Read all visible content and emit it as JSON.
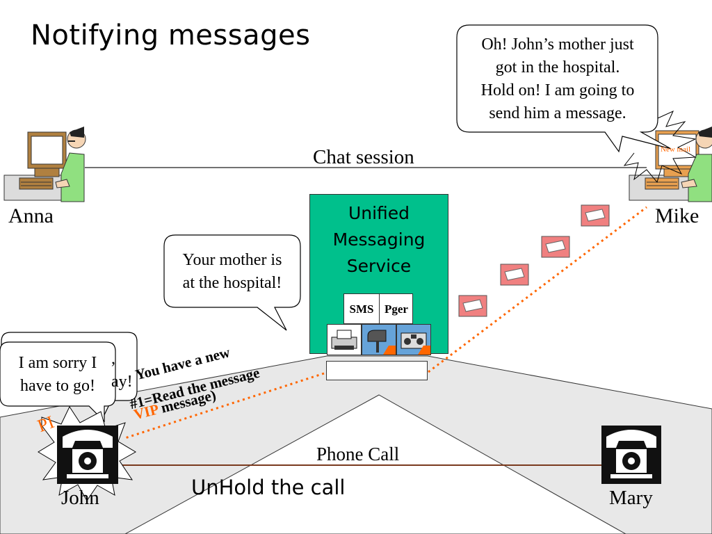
{
  "slide": {
    "title": "Notifying messages",
    "chat_session_label": "Chat session",
    "phone_call_label": "Phone Call",
    "unhold_label": "UnHold the call"
  },
  "people": {
    "anna": "Anna",
    "mike": "Mike",
    "john": "John",
    "mary": "Mary"
  },
  "mike_screen_text": "New mail",
  "ums": {
    "title": "Unified\nMessaging\nService",
    "sms_label": "SMS",
    "pager_label": "Pger"
  },
  "bubbles": {
    "mike": "Oh! John’s mother just\ngot in the hospital.\nHold on! I am going to\nsend him a message.",
    "ums": "Your mother is\nat the hospital!",
    "john_front": "I am sorry I\nhave to go!",
    "john_back_fragment": ",\nay!"
  },
  "phone_overlay": {
    "line1": "You have a new",
    "line2": "#1=Read the message",
    "vip": "VIP",
    "line3": "message)"
  },
  "ring_label": "PI",
  "colors": {
    "ums_green": "#00c08c",
    "dotted_orange": "#ff6600",
    "mail_pink": "#f08080",
    "floor_gray": "#e8e8e8",
    "phone_line_brown": "#7a3a1e",
    "device_blue": "#66a3d9"
  }
}
